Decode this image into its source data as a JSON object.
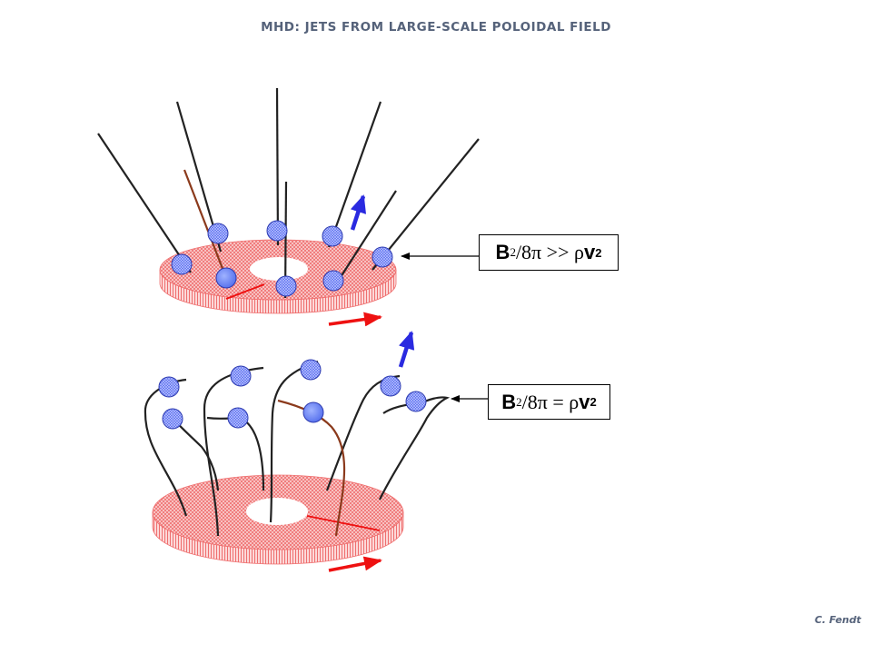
{
  "title": "MHD: JETS FROM LARGE-SCALE POLOIDAL FIELD",
  "credit": "C. Fendt",
  "labels": {
    "top": {
      "b": "B",
      "exp": "2",
      "rel": "/8π >> ρ",
      "v": "v",
      "vexp": "2"
    },
    "bottom": {
      "b": "B",
      "exp": "2",
      "rel": "/8π = ρ",
      "v": "v",
      "vexp": "2"
    }
  },
  "colors": {
    "disk": "#f07a7a",
    "field_line": "#222222",
    "highlight_line": "#8b3a1c",
    "particle": "#3d4fd6",
    "velocity_arrow": "#2a2ae0",
    "rotation_arrow": "#ee1111"
  }
}
